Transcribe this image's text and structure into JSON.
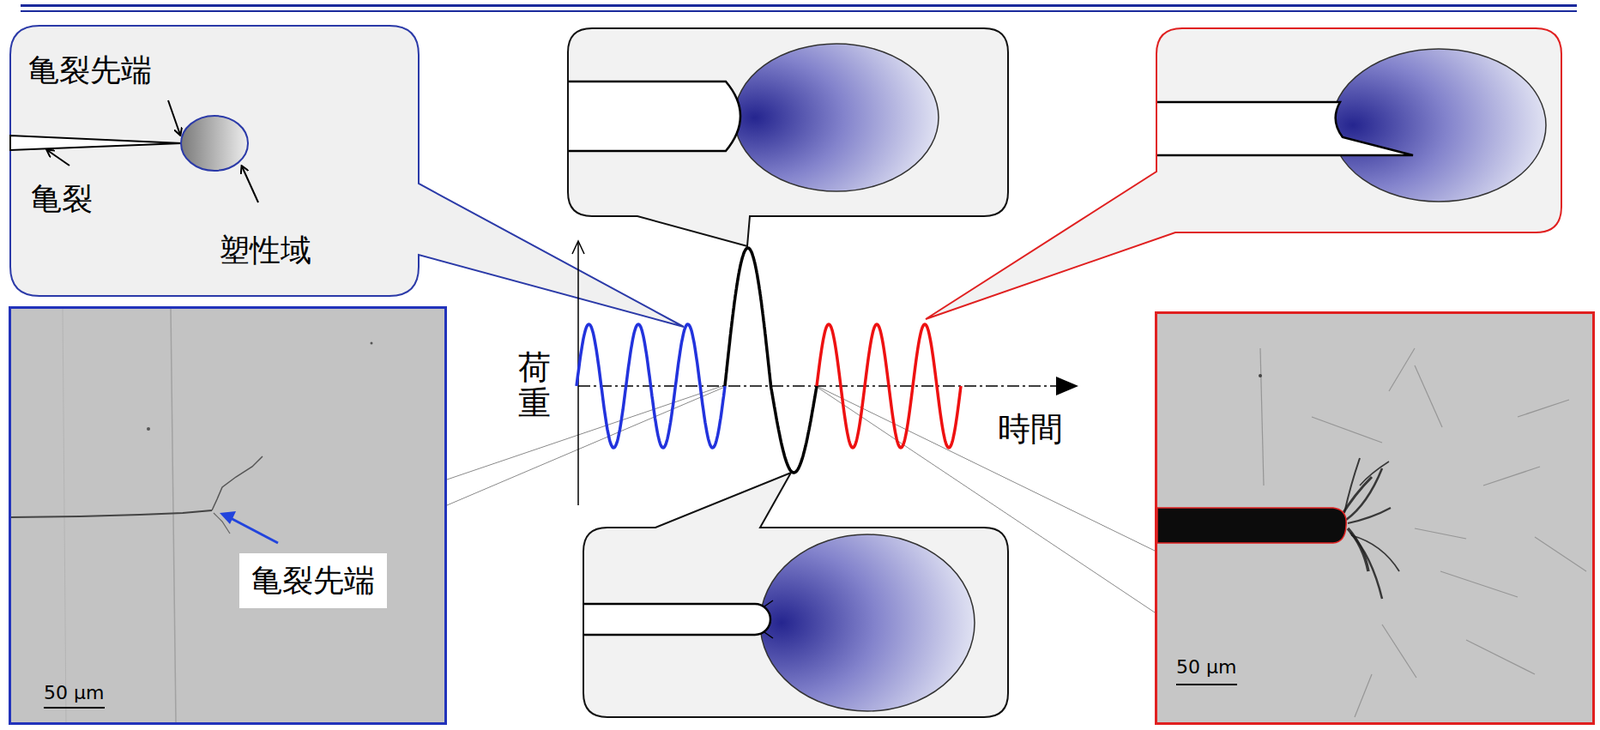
{
  "diagram": {
    "nodes": [
      {
        "text": [
          "亀裂先端",
          "亀裂",
          "塑性域"
        ]
      },
      {
        "text": [
          "50 μm"
        ]
      },
      {
        "text": [
          "亀裂先端"
        ],
        "in": 1
      },
      {
        "text": [
          "50 μm"
        ]
      }
    ],
    "labels": [
      "荷重",
      "時間"
    ]
  }
}
